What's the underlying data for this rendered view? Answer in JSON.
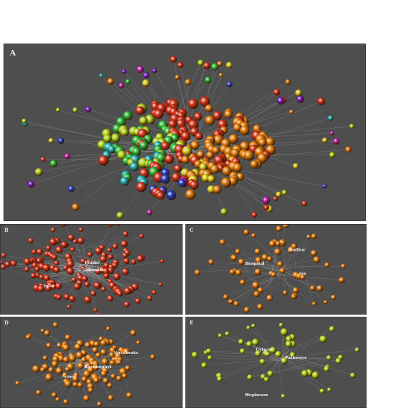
{
  "panels": {
    "a": {
      "letter": "A",
      "hub": "#4d4d4d"
    },
    "b": {
      "letter": "B",
      "labels": [
        "Unlike",
        "Calendar",
        "Ameri"
      ]
    },
    "c": {
      "letter": "C",
      "labels": [
        "Auditor",
        "Hospital",
        "Abn"
      ]
    },
    "d": {
      "letter": "D",
      "labels": [
        "Vertebrata",
        "Raychophyt",
        "Animal"
      ]
    },
    "e": {
      "letter": "E",
      "labels": [
        "Cytoce",
        "Pathways",
        "Hegisease"
      ]
    }
  },
  "colors": {
    "red": "#d8361c",
    "orange": "#e8810e",
    "yellowgreen": "#b7d81c",
    "yellow": "#e2d41e",
    "green": "#2fbf3a",
    "cyan": "#1fb4b8",
    "blue": "#2740c8",
    "magenta": "#c81fb4",
    "purple": "#7a1fc8",
    "edge": "#bdbdbd"
  }
}
